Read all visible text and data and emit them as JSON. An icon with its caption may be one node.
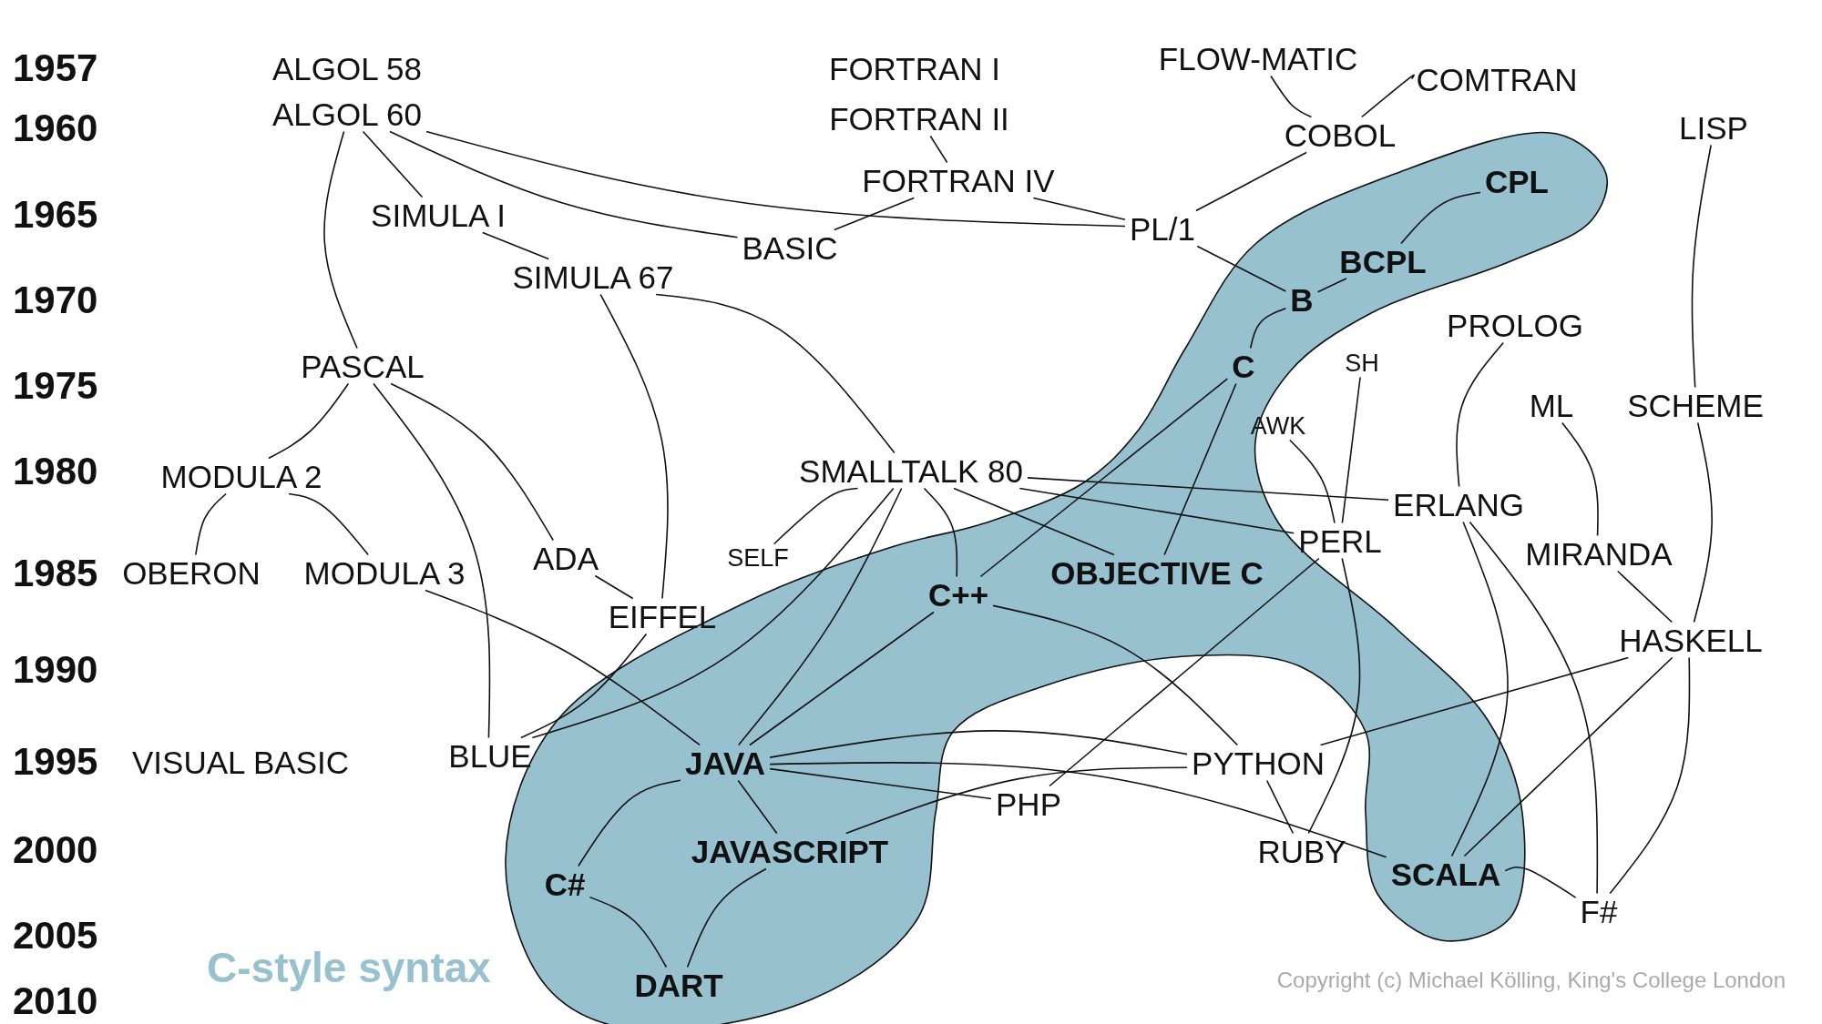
{
  "diagram": {
    "nodes": [
      {
        "text": [
          "ALGOL 58"
        ]
      },
      {
        "text": [
          "ALGOL 60"
        ]
      },
      {
        "text": [
          "FORTRAN I"
        ]
      },
      {
        "text": [
          "FORTRAN II"
        ]
      },
      {
        "text": [
          "FLOW-MATIC"
        ]
      },
      {
        "text": [
          "COMTRAN"
        ]
      },
      {
        "text": [
          "COBOL"
        ]
      },
      {
        "text": [
          "LISP"
        ]
      },
      {
        "text": [
          "FORTRAN IV"
        ]
      },
      {
        "text": [
          "SIMULA I"
        ]
      },
      {
        "text": [
          "PL/1"
        ]
      },
      {
        "text": [
          "BASIC"
        ]
      },
      {
        "text": [
          "CPL"
        ]
      },
      {
        "text": [
          "BCPL"
        ]
      },
      {
        "text": [
          "B"
        ]
      },
      {
        "text": [
          "SIMULA 67"
        ]
      },
      {
        "text": [
          "PROLOG"
        ]
      },
      {
        "text": [
          "PASCAL"
        ]
      },
      {
        "text": [
          "C"
        ]
      },
      {
        "text": [
          "SH"
        ]
      },
      {
        "text": [
          "ML"
        ]
      },
      {
        "text": [
          "SCHEME"
        ]
      },
      {
        "text": [
          "AWK"
        ]
      },
      {
        "text": [
          "MODULA 2"
        ]
      },
      {
        "text": [
          "SMALLTALK 80"
        ]
      },
      {
        "text": [
          "ERLANG"
        ]
      },
      {
        "text": [
          "SELF"
        ]
      },
      {
        "text": [
          "ADA"
        ]
      },
      {
        "text": [
          "PERL"
        ]
      },
      {
        "text": [
          "OBERON"
        ]
      },
      {
        "text": [
          "MODULA 3"
        ]
      },
      {
        "text": [
          "OBJECTIVE C"
        ]
      },
      {
        "text": [
          "MIRANDA"
        ]
      },
      {
        "text": [
          "C++"
        ]
      },
      {
        "text": [
          "EIFFEL"
        ]
      },
      {
        "text": [
          "HASKELL"
        ]
      },
      {
        "text": [
          "BLUE"
        ]
      },
      {
        "text": [
          "VISUAL BASIC"
        ]
      },
      {
        "text": [
          "JAVA"
        ]
      },
      {
        "text": [
          "PYTHON"
        ]
      },
      {
        "text": [
          "PHP"
        ]
      },
      {
        "text": [
          "RUBY"
        ]
      },
      {
        "text": [
          "JAVASCRIPT"
        ]
      },
      {
        "text": [
          "SCALA"
        ]
      },
      {
        "text": [
          "C#"
        ]
      },
      {
        "text": [
          "F#"
        ]
      },
      {
        "text": [
          "DART"
        ]
      }
    ],
    "edges": [
      {
        "from": 1,
        "to": 17,
        "arrow": "none"
      },
      {
        "from": 1,
        "to": 9,
        "arrow": "none"
      },
      {
        "from": 1,
        "to": 11,
        "arrow": "none"
      },
      {
        "from": 1,
        "to": 10,
        "arrow": "none"
      },
      {
        "from": 3,
        "to": 8,
        "arrow": "none"
      },
      {
        "from": 8,
        "to": 11,
        "arrow": "none"
      },
      {
        "from": 8,
        "to": 10,
        "arrow": "none"
      },
      {
        "from": 4,
        "to": 6,
        "arrow": "none"
      },
      {
        "from": 5,
        "to": 6,
        "arrow": "none"
      },
      {
        "from": 6,
        "to": 10,
        "arrow": "none"
      },
      {
        "from": 12,
        "to": 13,
        "arrow": "none"
      },
      {
        "from": 13,
        "to": 14,
        "arrow": "none"
      },
      {
        "from": 10,
        "to": 14,
        "arrow": "none"
      },
      {
        "from": 14,
        "to": 18,
        "arrow": "none"
      },
      {
        "from": 7,
        "to": 21,
        "arrow": "none"
      },
      {
        "from": 9,
        "to": 15,
        "arrow": "none"
      },
      {
        "from": 15,
        "to": 34,
        "arrow": "none"
      },
      {
        "from": 15,
        "to": 24,
        "arrow": "none"
      },
      {
        "from": 17,
        "to": 23,
        "arrow": "none"
      },
      {
        "from": 17,
        "to": 27,
        "arrow": "none"
      },
      {
        "from": 17,
        "to": 36,
        "arrow": "none"
      },
      {
        "from": 23,
        "to": 29,
        "arrow": "none"
      },
      {
        "from": 23,
        "to": 30,
        "arrow": "none"
      },
      {
        "from": 30,
        "to": 38,
        "arrow": "none"
      },
      {
        "from": 27,
        "to": 34,
        "arrow": "none"
      },
      {
        "from": 34,
        "to": 36,
        "arrow": "none"
      },
      {
        "from": 24,
        "to": 26,
        "arrow": "none"
      },
      {
        "from": 24,
        "to": 36,
        "arrow": "none"
      },
      {
        "from": 24,
        "to": 38,
        "arrow": "none"
      },
      {
        "from": 24,
        "to": 33,
        "arrow": "none"
      },
      {
        "from": 24,
        "to": 31,
        "arrow": "none"
      },
      {
        "from": 24,
        "to": 25,
        "arrow": "none"
      },
      {
        "from": 24,
        "to": 28,
        "arrow": "none"
      },
      {
        "from": 18,
        "to": 33,
        "arrow": "none"
      },
      {
        "from": 18,
        "to": 31,
        "arrow": "none"
      },
      {
        "from": 22,
        "to": 28,
        "arrow": "none"
      },
      {
        "from": 19,
        "to": 28,
        "arrow": "none"
      },
      {
        "from": 16,
        "to": 25,
        "arrow": "none"
      },
      {
        "from": 20,
        "to": 32,
        "arrow": "none"
      },
      {
        "from": 32,
        "to": 35,
        "arrow": "none"
      },
      {
        "from": 21,
        "to": 35,
        "arrow": "none"
      },
      {
        "from": 25,
        "to": 43,
        "arrow": "none"
      },
      {
        "from": 25,
        "to": 45,
        "arrow": "none"
      },
      {
        "from": 28,
        "to": 41,
        "arrow": "none"
      },
      {
        "from": 28,
        "to": 40,
        "arrow": "none"
      },
      {
        "from": 33,
        "to": 38,
        "arrow": "none"
      },
      {
        "from": 33,
        "to": 39,
        "arrow": "none"
      },
      {
        "from": 35,
        "to": 39,
        "arrow": "none"
      },
      {
        "from": 35,
        "to": 43,
        "arrow": "none"
      },
      {
        "from": 35,
        "to": 45,
        "arrow": "none"
      },
      {
        "from": 38,
        "to": 39,
        "arrow": "none"
      },
      {
        "from": 38,
        "to": 43,
        "arrow": "none"
      },
      {
        "from": 38,
        "to": 40,
        "arrow": "none"
      },
      {
        "from": 38,
        "to": 44,
        "arrow": "none"
      },
      {
        "from": 38,
        "to": 42,
        "arrow": "none"
      },
      {
        "from": 39,
        "to": 42,
        "arrow": "none"
      },
      {
        "from": 39,
        "to": 41,
        "arrow": "none"
      },
      {
        "from": 43,
        "to": 45,
        "arrow": "none"
      },
      {
        "from": 44,
        "to": 46,
        "arrow": "none"
      },
      {
        "from": 42,
        "to": 46,
        "arrow": "none"
      }
    ],
    "labels": [
      "1957",
      "1960",
      "1965",
      "1970",
      "1975",
      "1980",
      "1985",
      "1990",
      "1995",
      "2000",
      "2005",
      "2010",
      "C-style syntax",
      "Copyright (c) Michael Kölling, King's College London"
    ]
  }
}
